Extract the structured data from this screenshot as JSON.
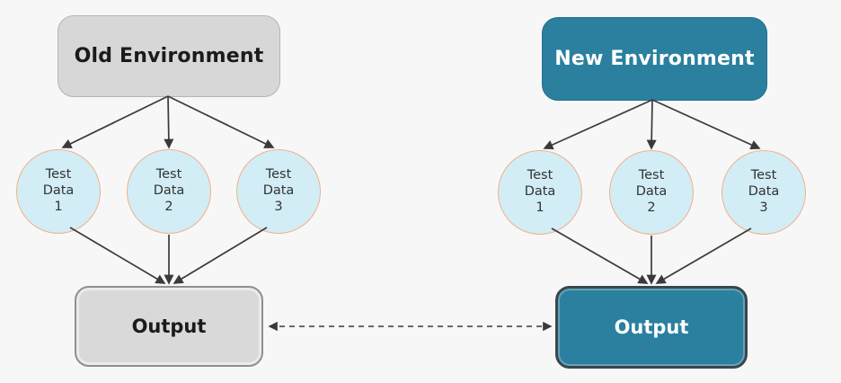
{
  "diagram": {
    "old_environment": {
      "label": "Old Environment",
      "output_label": "Output",
      "test_nodes": [
        {
          "lines": [
            "Test",
            "Data",
            "1"
          ]
        },
        {
          "lines": [
            "Test",
            "Data",
            "2"
          ]
        },
        {
          "lines": [
            "Test",
            "Data",
            "3"
          ]
        }
      ]
    },
    "new_environment": {
      "label": "New Environment",
      "output_label": "Output",
      "test_nodes": [
        {
          "lines": [
            "Test",
            "Data",
            "1"
          ]
        },
        {
          "lines": [
            "Test",
            "Data",
            "2"
          ]
        },
        {
          "lines": [
            "Test",
            "Data",
            "3"
          ]
        }
      ]
    },
    "colors": {
      "background": "#f7f7f8",
      "old_box_fill": "#d7d7d7",
      "old_box_border": "#b5b5b5",
      "new_box_fill": "#2a809e",
      "circle_fill": "#d3edf6",
      "circle_border": "#f0b285",
      "arrow": "#3a3a3a"
    }
  }
}
